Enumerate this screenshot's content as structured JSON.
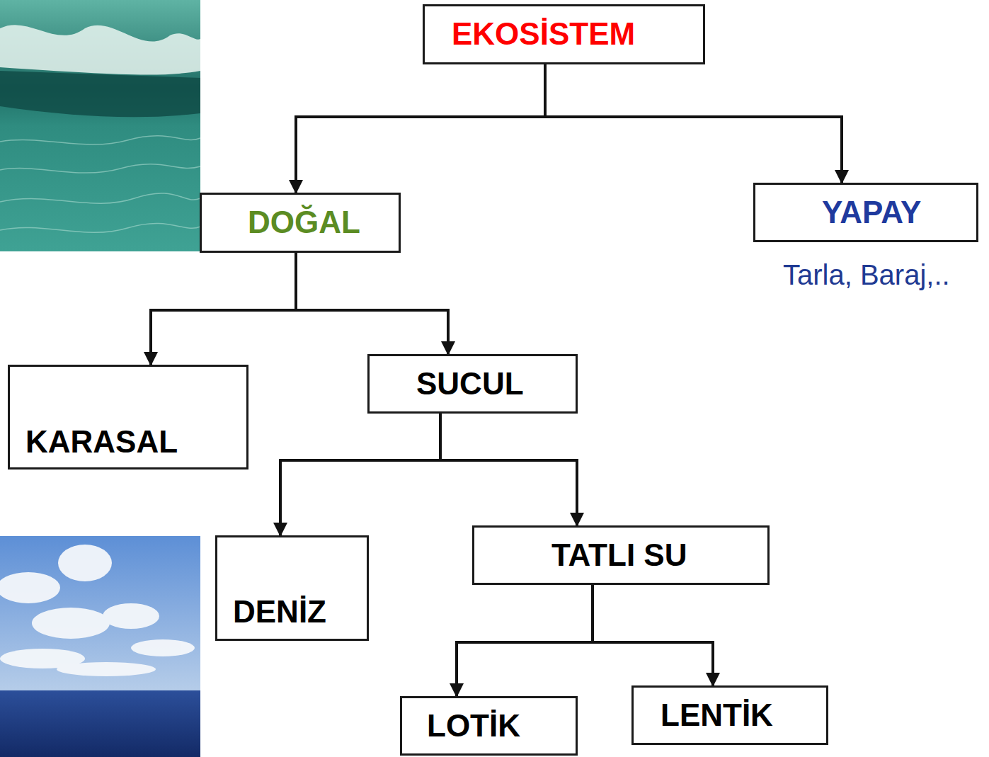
{
  "diagram": {
    "nodes": [
      {
        "text": [
          "EKOSİSTEM"
        ]
      },
      {
        "text": [
          "DOĞAL"
        ]
      },
      {
        "text": [
          "YAPAY"
        ]
      },
      {
        "text": [
          "KARASAL"
        ]
      },
      {
        "text": [
          "SUCUL"
        ]
      },
      {
        "text": [
          "DENİZ"
        ]
      },
      {
        "text": [
          "TATLI SU"
        ]
      },
      {
        "text": [
          "LOTİK"
        ]
      },
      {
        "text": [
          "LENTİK"
        ]
      }
    ],
    "edges": [
      {
        "from": 0,
        "to": 1,
        "arrow": "to"
      },
      {
        "from": 0,
        "to": 2,
        "arrow": "to"
      },
      {
        "from": 1,
        "to": 3,
        "arrow": "to"
      },
      {
        "from": 1,
        "to": 4,
        "arrow": "to"
      },
      {
        "from": 4,
        "to": 5,
        "arrow": "to"
      },
      {
        "from": 4,
        "to": 6,
        "arrow": "to"
      },
      {
        "from": 6,
        "to": 7,
        "arrow": "to"
      },
      {
        "from": 6,
        "to": 8,
        "arrow": "to"
      }
    ],
    "labels": [
      "Tarla, Baraj,.."
    ]
  }
}
